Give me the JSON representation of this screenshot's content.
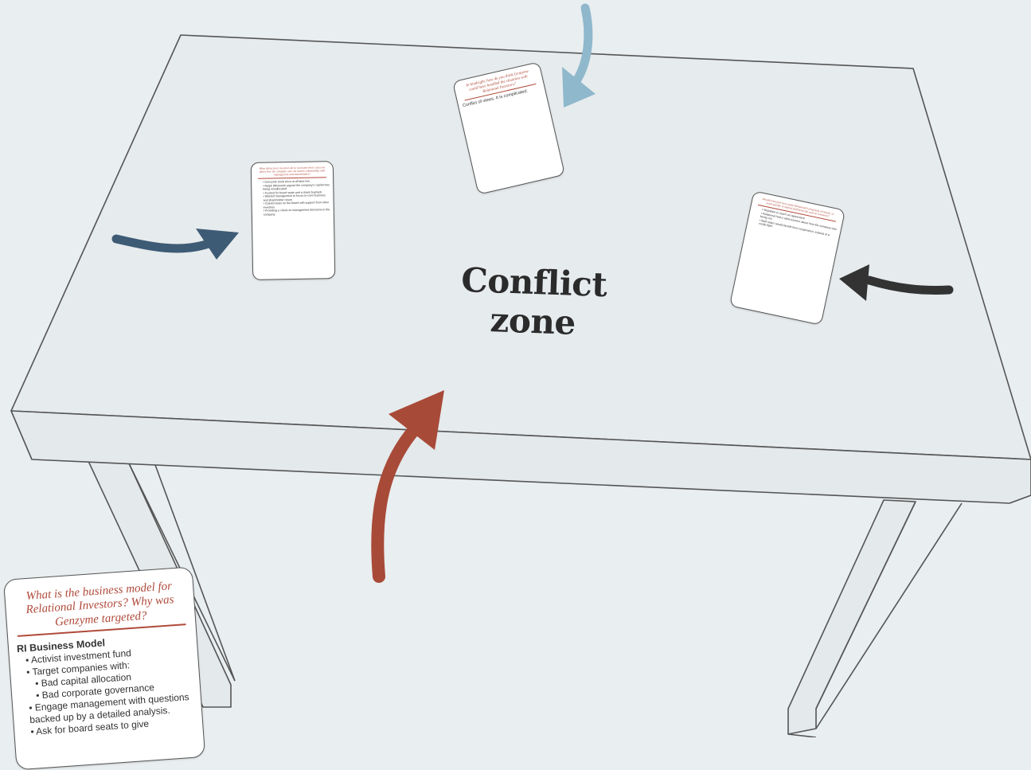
{
  "zone_title": "Conflict zone",
  "colors": {
    "background": "#e9eef0",
    "table_top": "#e6ebed",
    "table_line": "#555555",
    "arrow_top": "#8fb8cc",
    "arrow_left": "#3e5b75",
    "arrow_right": "#333333",
    "arrow_bottom": "#a84a38",
    "card_accent": "#b04a3a"
  },
  "cards": {
    "top": {
      "question": "In hindsight, how do you think Genzyme could have handled the situation with Relational Investors?",
      "body": "Conflict of views. It is complicated."
    },
    "left": {
      "question": "What did activist investors do to overcome their concerns about how the company was run and its relationship with management and shareholders?",
      "bullets": [
        "Genzyme stock price at all-time low",
        "Ralph Whitworth argued the company's capital was being misallocated",
        "Pushed for board seats and a share buyback",
        "Wanted management to focus on core business and shareholder return",
        "Gained seats on the board with support from other investors",
        "Providing a check on management decisions in the company"
      ]
    },
    "right": {
      "question": "Should Genzyme have taken Relational's proposals seriously, or acted quickly to defend itself from the activist investors?",
      "bullets": [
        "Negotiate to reach an agreement",
        "Relational had a valid concern about how the company was being run",
        "Both sides would benefit from cooperation, instead of a costly fight"
      ]
    },
    "main": {
      "question": "What is the business model for Relational Investors? Why was Genzyme targeted?",
      "heading": "RI Business Model",
      "bullet_1": "Activist investment fund",
      "bullet_2": "Target companies with:",
      "sub_1": "Bad capital allocation",
      "sub_2": "Bad corporate governance",
      "bullet_3": "Engage management with questions backed up by a detailed analysis.",
      "bullet_4": "Ask for board seats to give"
    }
  }
}
